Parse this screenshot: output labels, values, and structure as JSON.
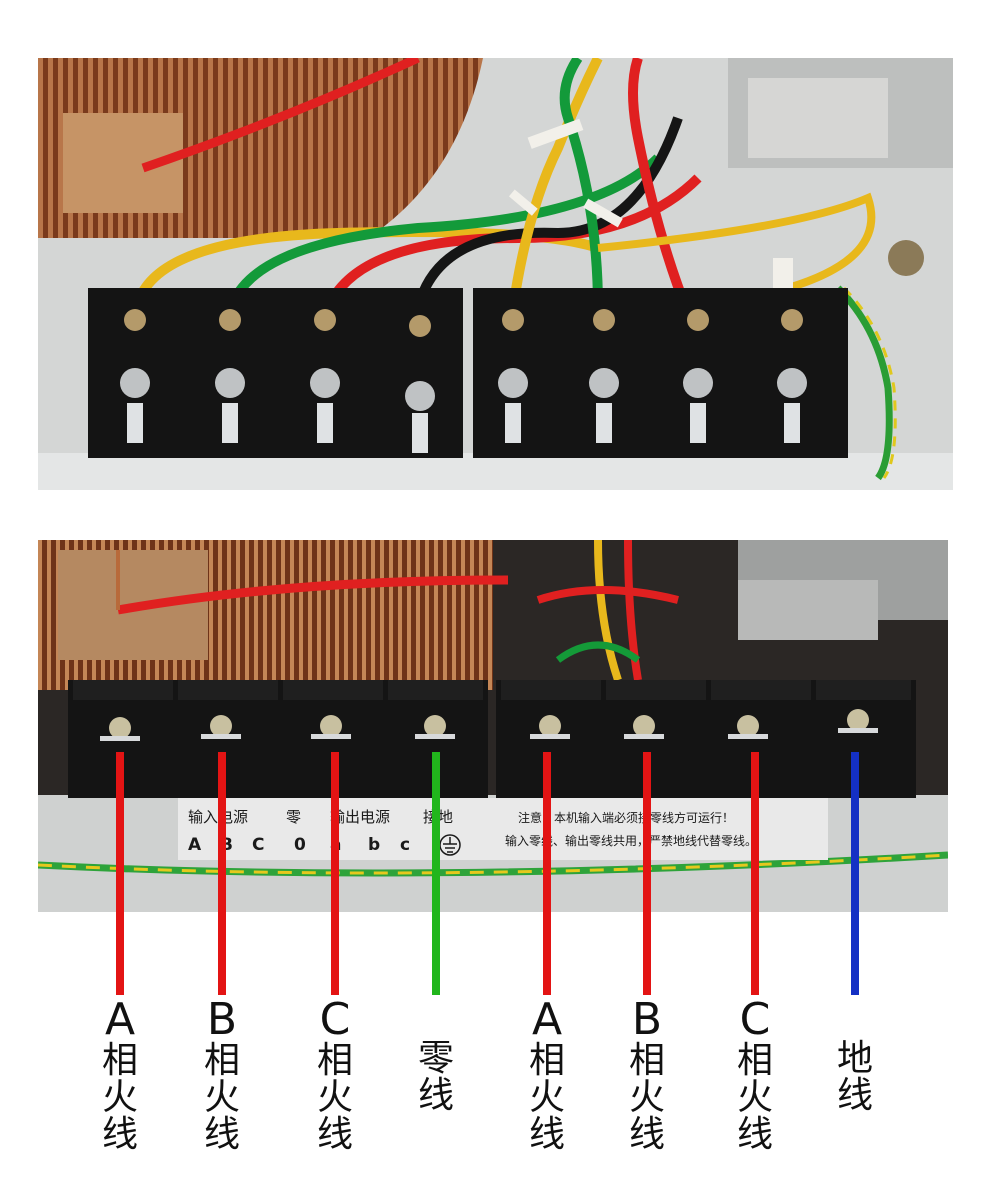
{
  "colors": {
    "phase_line": "#e31414",
    "neutral_line": "#21b61c",
    "ground_line": "#1430c4",
    "terminal_block": "#141414",
    "panel_bg": "#d9dbda",
    "label_plate": "#e9e9e9"
  },
  "terminal_label": {
    "row1": [
      "输入电源",
      "零",
      "输出电源",
      "接地"
    ],
    "row2": [
      "A",
      "B",
      "C",
      "0",
      "a",
      "b",
      "c"
    ],
    "notice_line1": "注意：本机输入端必须接零线方可运行！",
    "notice_line2": "输入零线、输出零线共用，严禁地线代替零线。"
  },
  "callouts": [
    {
      "letter": "A",
      "cjk": [
        "相",
        "火",
        "线"
      ],
      "kind": "phase"
    },
    {
      "letter": "B",
      "cjk": [
        "相",
        "火",
        "线"
      ],
      "kind": "phase"
    },
    {
      "letter": "C",
      "cjk": [
        "相",
        "火",
        "线"
      ],
      "kind": "phase"
    },
    {
      "letter": "",
      "cjk": [
        "零",
        "线"
      ],
      "kind": "neutral"
    },
    {
      "letter": "A",
      "cjk": [
        "相",
        "火",
        "线"
      ],
      "kind": "phase"
    },
    {
      "letter": "B",
      "cjk": [
        "相",
        "火",
        "线"
      ],
      "kind": "phase"
    },
    {
      "letter": "C",
      "cjk": [
        "相",
        "火",
        "线"
      ],
      "kind": "phase"
    },
    {
      "letter": "",
      "cjk": [
        "地",
        "线"
      ],
      "kind": "ground"
    }
  ]
}
